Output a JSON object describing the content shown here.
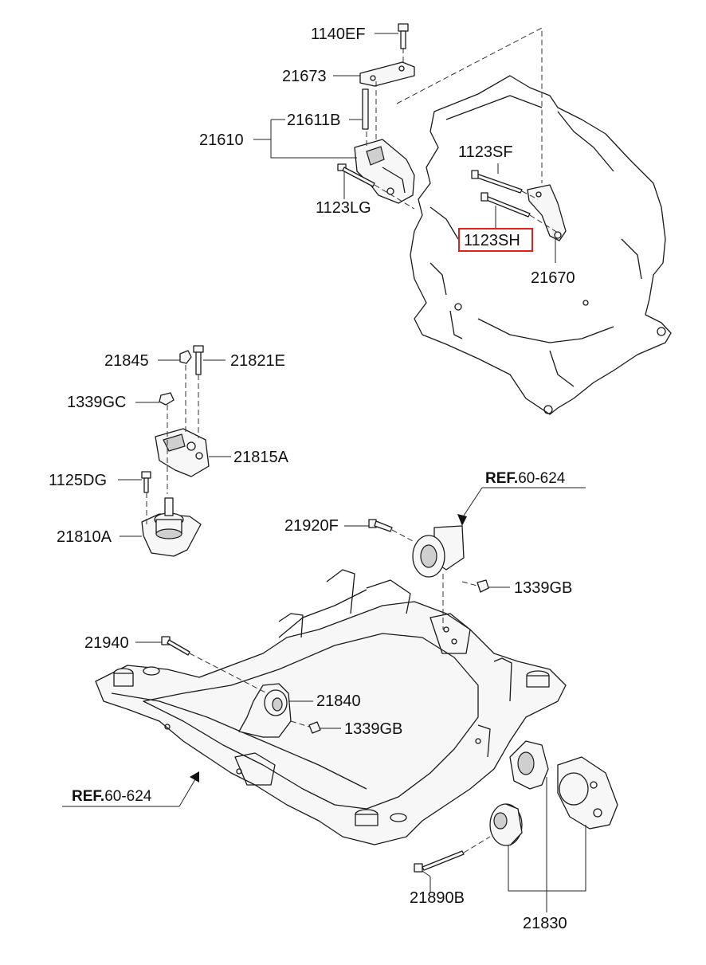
{
  "labels": {
    "p1140EF": "1140EF",
    "p21673": "21673",
    "p21611B": "21611B",
    "p21610": "21610",
    "p1123SF": "1123SF",
    "p1123LG": "1123LG",
    "p1123SH": "1123SH",
    "p21670": "21670",
    "p21845": "21845",
    "p21821E": "21821E",
    "p1339GC": "1339GC",
    "p21815A": "21815A",
    "p1125DG": "1125DG",
    "p21810A": "21810A",
    "p21920F": "21920F",
    "p1339GB_top": "1339GB",
    "p21940": "21940",
    "p21840": "21840",
    "p1339GB_mid": "1339GB",
    "p21890B": "21890B",
    "p21830": "21830"
  },
  "refs": {
    "top": {
      "prefix": "REF.",
      "number": "60-624"
    },
    "left": {
      "prefix": "REF.",
      "number": "60-624"
    }
  },
  "highlight": {
    "part": "1123SH",
    "color": "#e0201c"
  }
}
